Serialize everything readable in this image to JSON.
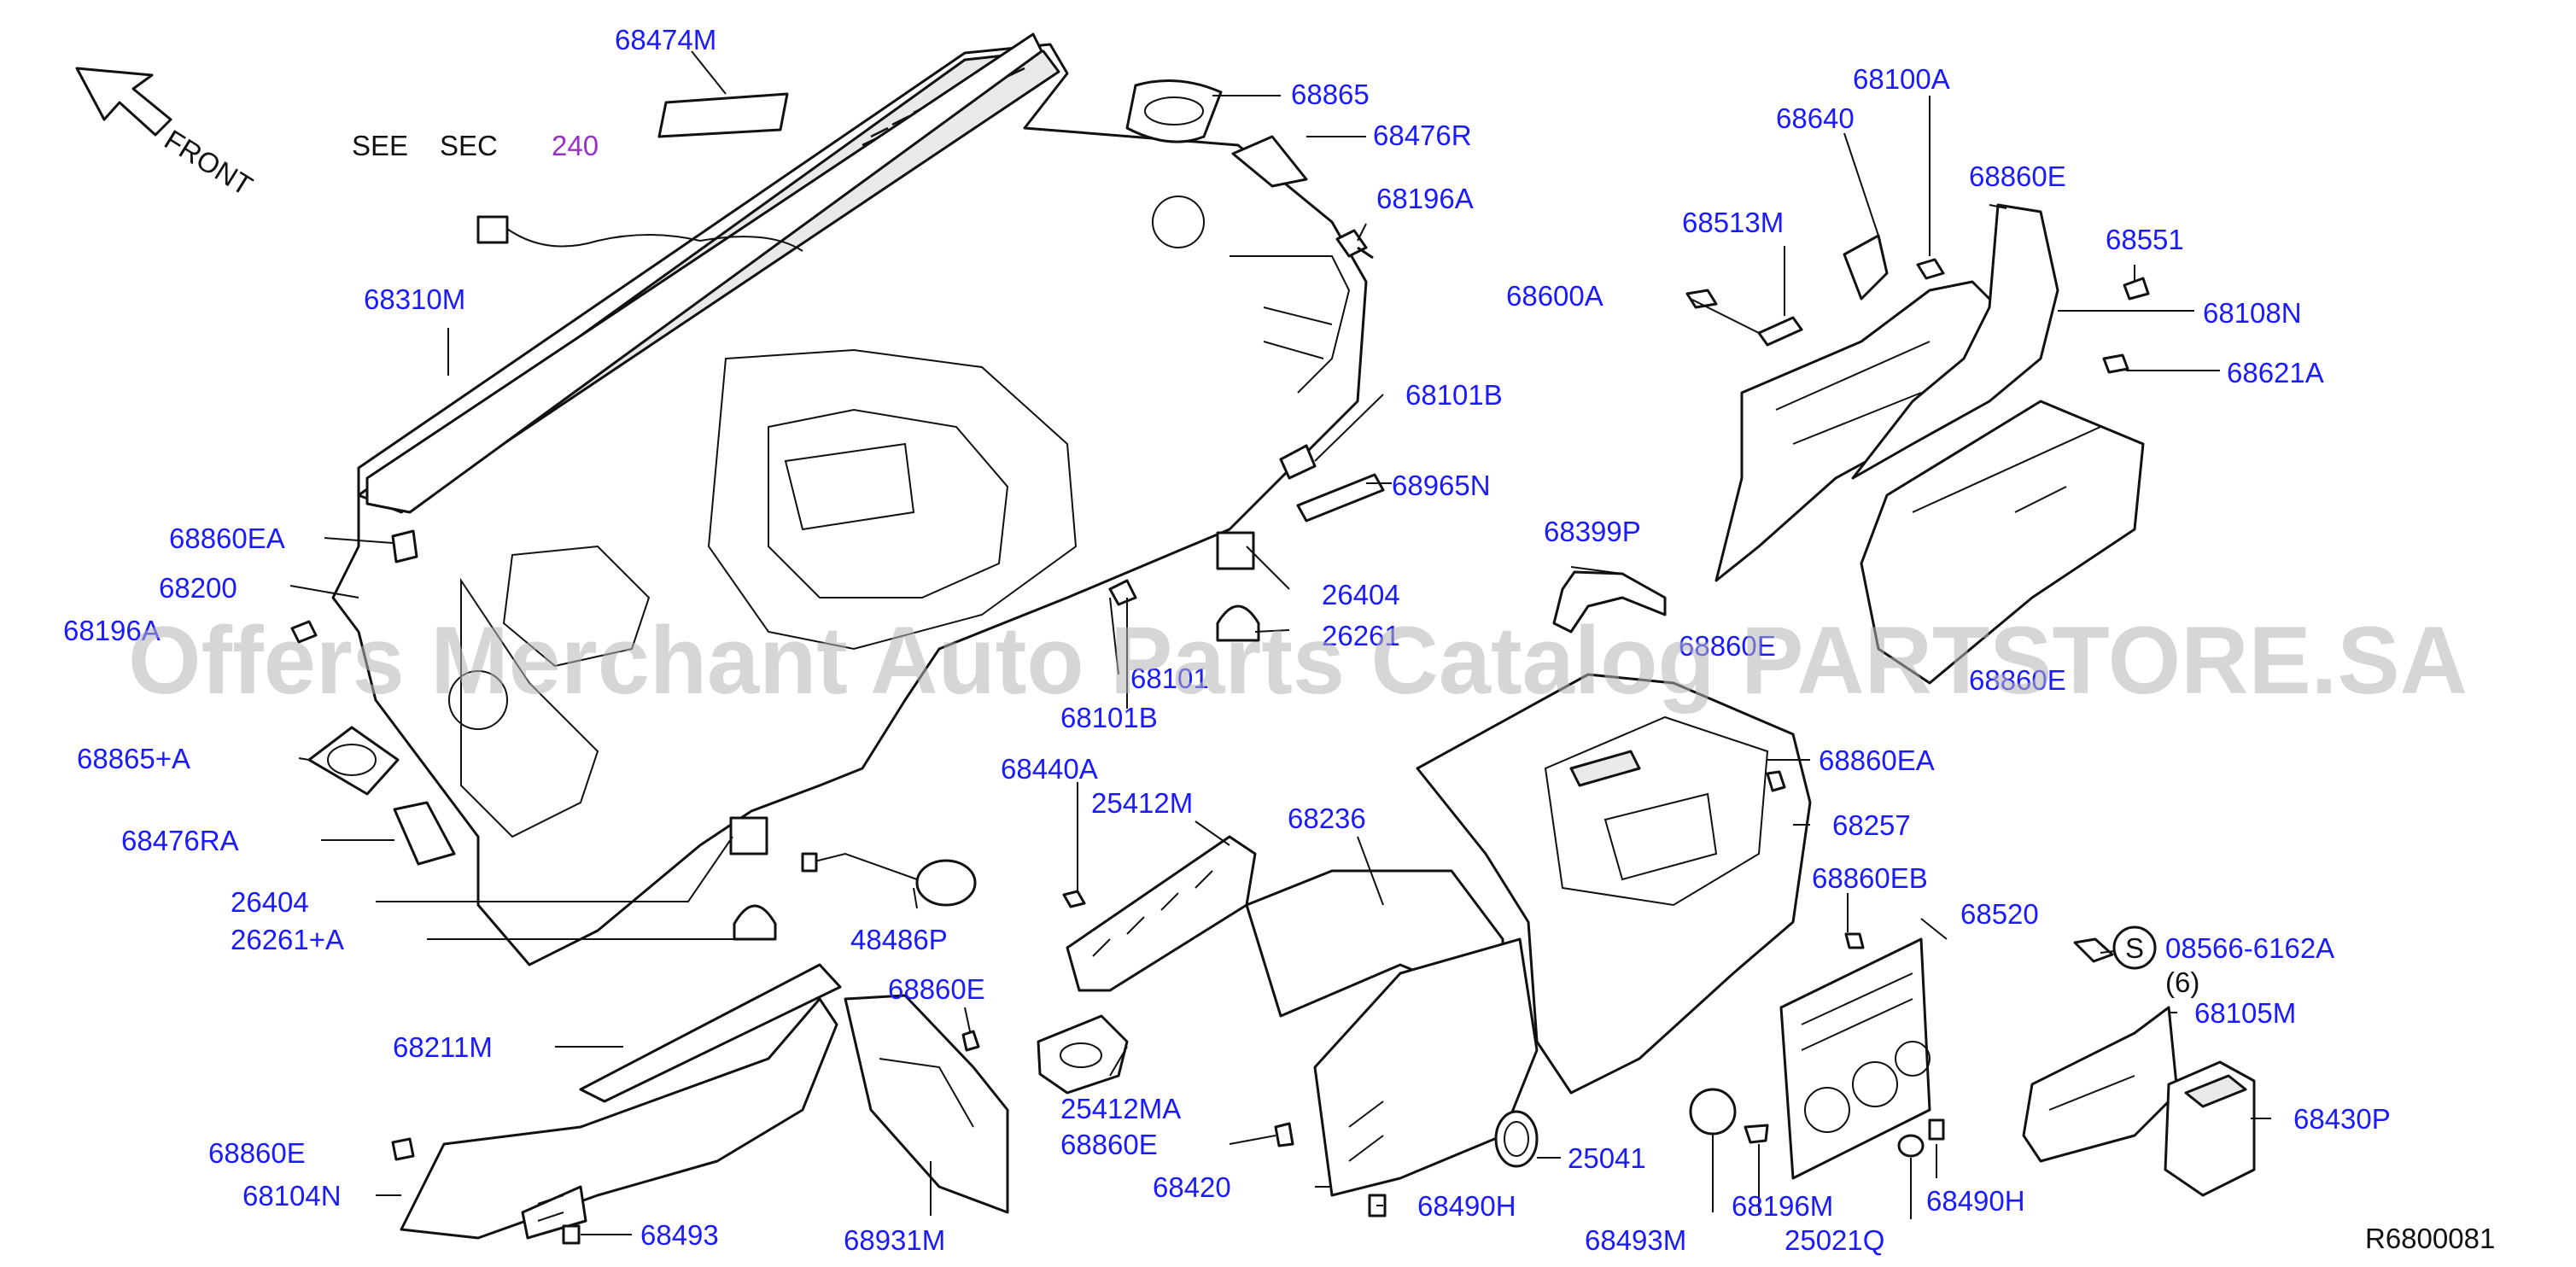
{
  "header": {
    "see_label": "SEE",
    "sec_label": "SEC",
    "sec_number": "240",
    "front_label": "FRONT"
  },
  "callouts": [
    {
      "id": "c1",
      "text": "68474M"
    },
    {
      "id": "c2",
      "text": "68865"
    },
    {
      "id": "c3",
      "text": "68476R"
    },
    {
      "id": "c4",
      "text": "68196A"
    },
    {
      "id": "c5",
      "text": "68310M"
    },
    {
      "id": "c6",
      "text": "68100A"
    },
    {
      "id": "c7",
      "text": "68640"
    },
    {
      "id": "c8",
      "text": "68860E"
    },
    {
      "id": "c9",
      "text": "68513M"
    },
    {
      "id": "c10",
      "text": "68551"
    },
    {
      "id": "c11",
      "text": "68600A"
    },
    {
      "id": "c12",
      "text": "68108N"
    },
    {
      "id": "c13",
      "text": "68621A"
    },
    {
      "id": "c14",
      "text": "68101B"
    },
    {
      "id": "c15",
      "text": "68965N"
    },
    {
      "id": "c16",
      "text": "68860EA"
    },
    {
      "id": "c17",
      "text": "68399P"
    },
    {
      "id": "c18",
      "text": "68200"
    },
    {
      "id": "c19",
      "text": "26404"
    },
    {
      "id": "c20",
      "text": "68196A"
    },
    {
      "id": "c21",
      "text": "26261"
    },
    {
      "id": "c22",
      "text": "68860E"
    },
    {
      "id": "c23",
      "text": "68101"
    },
    {
      "id": "c24",
      "text": "68101B"
    },
    {
      "id": "c25",
      "text": "68865+A"
    },
    {
      "id": "c26",
      "text": "68440A"
    },
    {
      "id": "c27",
      "text": "68860EA"
    },
    {
      "id": "c28",
      "text": "25412M"
    },
    {
      "id": "c29",
      "text": "68236"
    },
    {
      "id": "c30",
      "text": "68257"
    },
    {
      "id": "c31",
      "text": "68476RA"
    },
    {
      "id": "c32",
      "text": "68860EB"
    },
    {
      "id": "c33",
      "text": "26404"
    },
    {
      "id": "c34",
      "text": "68520"
    },
    {
      "id": "c35",
      "text": "26261+A"
    },
    {
      "id": "c36",
      "text": "48486P"
    },
    {
      "id": "c37",
      "text": "08566-6162A"
    },
    {
      "id": "c38",
      "text": "(6)"
    },
    {
      "id": "c39",
      "text": "68860E"
    },
    {
      "id": "c40",
      "text": "68105M"
    },
    {
      "id": "c41",
      "text": "68211M"
    },
    {
      "id": "c42",
      "text": "25412MA"
    },
    {
      "id": "c43",
      "text": "68860E"
    },
    {
      "id": "c44",
      "text": "68430P"
    },
    {
      "id": "c45",
      "text": "68860E"
    },
    {
      "id": "c46",
      "text": "68420"
    },
    {
      "id": "c47",
      "text": "25041"
    },
    {
      "id": "c48",
      "text": "68104N"
    },
    {
      "id": "c49",
      "text": "68490H"
    },
    {
      "id": "c50",
      "text": "68196M"
    },
    {
      "id": "c51",
      "text": "68490H"
    },
    {
      "id": "c52",
      "text": "68493"
    },
    {
      "id": "c53",
      "text": "68931M"
    },
    {
      "id": "c54",
      "text": "68493M"
    },
    {
      "id": "c55",
      "text": "25021Q"
    },
    {
      "id": "c56",
      "text": "68860E"
    }
  ],
  "s_badge": "S",
  "diagram_code": "R6800081",
  "watermark": "Offers Merchant Auto Parts Catalog PARTSTORE.SA"
}
